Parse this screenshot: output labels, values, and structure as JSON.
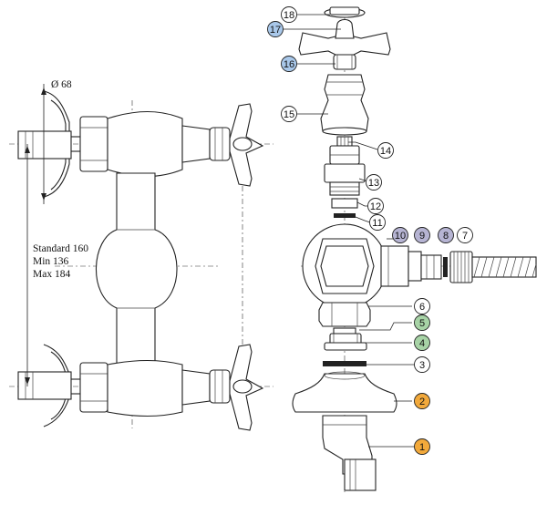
{
  "dimensions": {
    "diameter": "Ø 68",
    "centers": [
      "Standard 160",
      "Min 136",
      "Max 184"
    ]
  },
  "callouts": [
    {
      "num": "1",
      "fill": "#f2a93b"
    },
    {
      "num": "2",
      "fill": "#f2a93b"
    },
    {
      "num": "3",
      "fill": "#ffffff"
    },
    {
      "num": "4",
      "fill": "#a7d3a6"
    },
    {
      "num": "5",
      "fill": "#a7d3a6"
    },
    {
      "num": "6",
      "fill": "#ffffff"
    },
    {
      "num": "7",
      "fill": "#ffffff"
    },
    {
      "num": "8",
      "fill": "#b6b4d3"
    },
    {
      "num": "9",
      "fill": "#b6b4d3"
    },
    {
      "num": "10",
      "fill": "#b6b4d3"
    },
    {
      "num": "11",
      "fill": "#ffffff"
    },
    {
      "num": "12",
      "fill": "#ffffff"
    },
    {
      "num": "13",
      "fill": "#ffffff"
    },
    {
      "num": "14",
      "fill": "#ffffff"
    },
    {
      "num": "15",
      "fill": "#ffffff"
    },
    {
      "num": "16",
      "fill": "#a9c8ea"
    },
    {
      "num": "17",
      "fill": "#a9c8ea"
    },
    {
      "num": "18",
      "fill": "#ffffff"
    }
  ]
}
